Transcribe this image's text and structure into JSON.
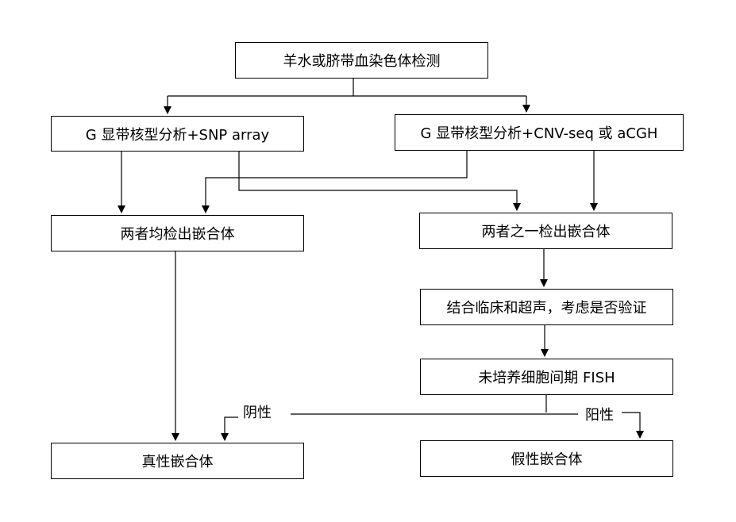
{
  "nodes": {
    "start": "羊水或脐带血染色体检测",
    "snp": "G 显带核型分析+SNP array",
    "cnv": "G 显带核型分析+CNV-seq 或 aCGH",
    "both_detect": "两者均检出嵌合体",
    "one_detect": "两者之一检出嵌合体",
    "clinical": "结合临床和超声，考虑是否验证",
    "fish": "未培养细胞间期 FISH",
    "true_mosaic": "真性嵌合体",
    "false_mosaic": "假性嵌合体"
  },
  "edge_labels": {
    "negative": "阴性",
    "positive": "阳性"
  },
  "colors": {
    "line": "#000000",
    "node_border": "#000000",
    "background": "#ffffff"
  }
}
